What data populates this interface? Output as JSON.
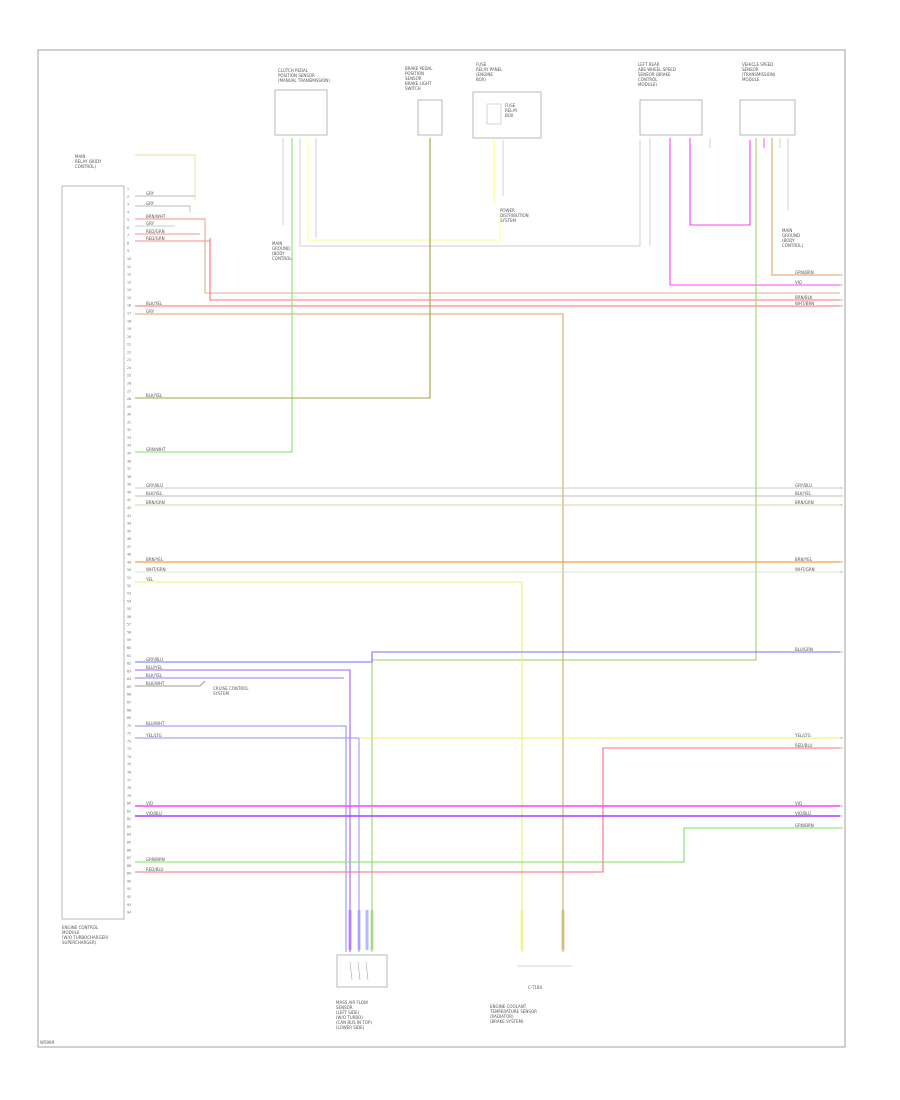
{
  "diagram_id": "W5999",
  "left_module": {
    "name_lines": [
      "ENGINE CONTROL",
      "MODULE",
      "(W/O TURBOCHARGER/",
      "SUPERCHARGER)"
    ],
    "top_label": [
      "MAIN",
      "RELAY (BODY",
      "CONTROL)"
    ],
    "pins": [
      "1",
      "2",
      "3",
      "4",
      "5",
      "6",
      "7",
      "8",
      "9",
      "10",
      "11",
      "12",
      "13",
      "14",
      "15",
      "16",
      "17",
      "18",
      "19",
      "20",
      "21",
      "22",
      "23",
      "24",
      "25",
      "26",
      "27",
      "28",
      "29",
      "30",
      "31",
      "32",
      "33",
      "34",
      "35",
      "36",
      "37",
      "38",
      "39",
      "40",
      "41",
      "42",
      "43",
      "44",
      "45",
      "46",
      "47",
      "48",
      "49",
      "50",
      "51",
      "52",
      "53",
      "54",
      "55",
      "56",
      "57",
      "58",
      "59",
      "60",
      "61",
      "62",
      "63",
      "64",
      "65",
      "66",
      "67",
      "68",
      "69",
      "70",
      "71",
      "72",
      "73",
      "74",
      "75",
      "76",
      "77",
      "78",
      "79",
      "80",
      "81",
      "82",
      "83",
      "84",
      "85",
      "86",
      "87",
      "88",
      "89",
      "90",
      "91",
      "92",
      "93",
      "94"
    ],
    "wires": [
      {
        "label": "GRY",
        "color": "#bdbdbd"
      },
      {
        "label": "GRY",
        "color": "#bdbdbd"
      },
      {
        "label": "BRN/WHT",
        "color": "#d9b38c"
      },
      {
        "label": "GRY",
        "color": "#bdbdbd"
      },
      {
        "label": "RED/GRN",
        "color": "#ff6b6b"
      },
      {
        "label": "RED/GRN",
        "color": "#ff6b6b"
      },
      {
        "label": "BLK/YEL",
        "color": "#c9a86a"
      },
      {
        "label": "GRY",
        "color": "#cccccc"
      },
      {
        "label": "BLK/YEL",
        "color": "#a0a040"
      },
      {
        "label": "GRN/WHT",
        "color": "#80e060"
      },
      {
        "label": "GRY/BLU",
        "color": "#cccccc"
      },
      {
        "label": "BLK/YEL",
        "color": "#bbbbbb"
      },
      {
        "label": "BRN/GRN",
        "color": "#d9c9a0"
      },
      {
        "label": "BRN/YEL",
        "color": "#ff9a3a"
      },
      {
        "label": "WHT/GRN",
        "color": "#dddddd"
      },
      {
        "label": "YEL",
        "color": "#e8e870"
      },
      {
        "label": "GRY/BLU",
        "color": "#60c0c0"
      },
      {
        "label": "BLU/YEL",
        "color": "#8080ff"
      },
      {
        "label": "BLK/YEL",
        "color": "#a060ff"
      },
      {
        "label": "BLK/WHT",
        "color": "#999999"
      },
      {
        "label": "BLU/WHT",
        "color": "#8888ff"
      },
      {
        "label": "YEL/LTG",
        "color": "#f0f060"
      },
      {
        "label": "VIO",
        "color": "#ff40ff"
      },
      {
        "label": "VIO/BLU",
        "color": "#a040ff"
      },
      {
        "label": "GRN/BRN",
        "color": "#80e060"
      },
      {
        "label": "RED/BLU",
        "color": "#ff6b80"
      }
    ],
    "note_cruise": [
      "CRUISE CONTROL",
      "SYSTEM"
    ]
  },
  "top_components": [
    {
      "name": [
        "CLUTCH PEDAL",
        "POSITION SENSOR",
        "(MANUAL TRANSMISSION)"
      ]
    },
    {
      "name": [
        "BRAKE PEDAL",
        "POSITION",
        "SENSOR",
        "BRAKE LIGHT",
        "SWITCH"
      ]
    },
    {
      "name": [
        "FUSE",
        "RELAY",
        "BOX"
      ]
    },
    {
      "name": [
        "LEFT REAR",
        "ABS WHEEL SPEED",
        "SENSOR (BRAKE",
        "CONTROL",
        "MODULE)"
      ]
    },
    {
      "name": [
        "VEHICLE SPEED",
        "SENSOR",
        "(TRANSMISSION)",
        "MODULE"
      ]
    }
  ],
  "fuse_box_labels": [
    "FUSE",
    "RELAY PANEL",
    "(ENGINE",
    "BOX)"
  ],
  "ground_notes": [
    {
      "lines": [
        "MAIN",
        "GROUND",
        "(BODY",
        "CONTROL)"
      ]
    },
    {
      "lines": [
        "POWER",
        "DISTRIBUTION",
        "SYSTEM"
      ]
    },
    {
      "lines": [
        "MAIN",
        "GROUND",
        "(BODY",
        "CONTROL)"
      ]
    }
  ],
  "right_wire_labels": [
    {
      "label": "GRN/BRN"
    },
    {
      "label": "VIO"
    },
    {
      "label": "BRN/BLK"
    },
    {
      "label": "WHT/BRN"
    },
    {
      "label": "GRY/BLU"
    },
    {
      "label": "BLK/YEL"
    },
    {
      "label": "BRN/GRN"
    },
    {
      "label": "BRN/YEL"
    },
    {
      "label": "WHT/GRN"
    },
    {
      "label": "BLU/GRN"
    },
    {
      "label": "YEL/LTG"
    },
    {
      "label": "RED/BLU"
    },
    {
      "label": "VIO"
    },
    {
      "label": "VIO/BLU"
    },
    {
      "label": "GRN/BRN"
    }
  ],
  "bottom_components": [
    {
      "name": [
        "MASS AIR FLOW",
        "SENSOR",
        "(LEFT SIDE)",
        "(W/O TURBO)",
        "(CAN BUS IN TOP)",
        "(LOWER SIDE)"
      ]
    },
    {
      "name": [
        "ENGINE COOLANT",
        "TEMPERATURE SENSOR",
        "(RADIATOR)",
        "(BRAKE SYSTEM)"
      ]
    }
  ],
  "bottom_connector_label": "C-T1B4",
  "colors": {
    "frame": "#888888",
    "text": "#555555"
  }
}
